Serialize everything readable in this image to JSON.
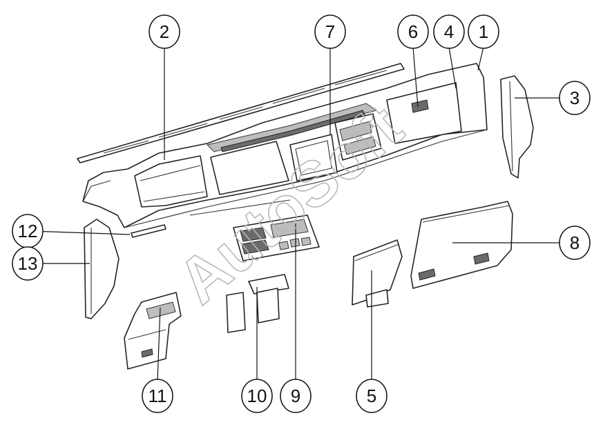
{
  "watermark": "AutoSoft",
  "callouts": [
    {
      "id": "c1",
      "label": "1"
    },
    {
      "id": "c2",
      "label": "2"
    },
    {
      "id": "c3",
      "label": "3"
    },
    {
      "id": "c4",
      "label": "4"
    },
    {
      "id": "c5",
      "label": "5"
    },
    {
      "id": "c6",
      "label": "6"
    },
    {
      "id": "c7",
      "label": "7"
    },
    {
      "id": "c8",
      "label": "8"
    },
    {
      "id": "c9",
      "label": "9"
    },
    {
      "id": "c10",
      "label": "10"
    },
    {
      "id": "c11",
      "label": "11"
    },
    {
      "id": "c12",
      "label": "12"
    },
    {
      "id": "c13",
      "label": "13"
    }
  ]
}
